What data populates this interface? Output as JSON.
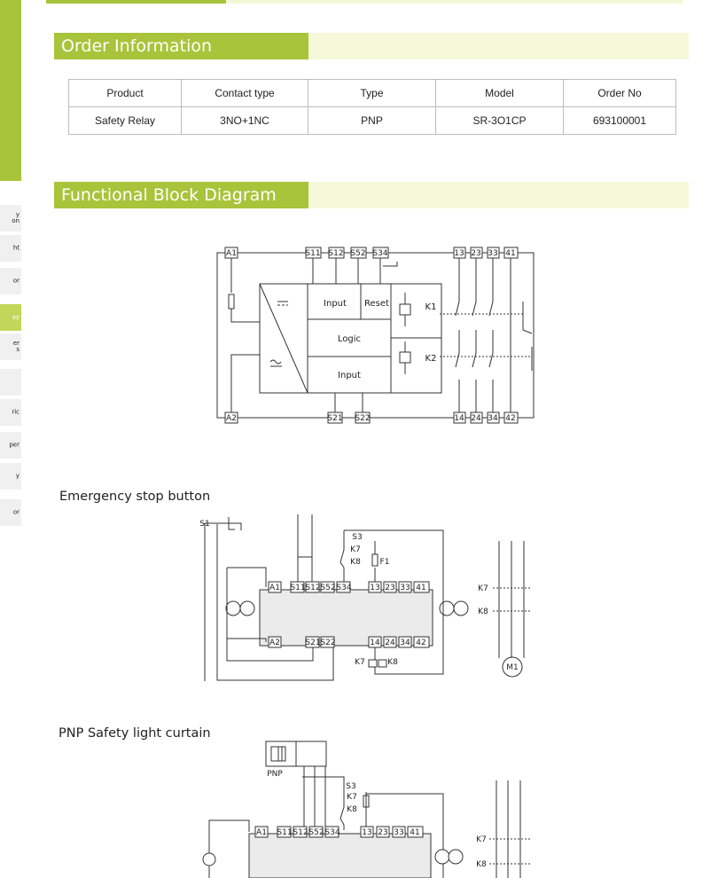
{
  "sidebar": {
    "items": [
      {
        "label": "y\non",
        "active": false
      },
      {
        "label": "ht",
        "active": false
      },
      {
        "label": "or",
        "active": false
      },
      {
        "label": "ay",
        "active": true
      },
      {
        "label": "er\ns",
        "active": false
      },
      {
        "label": "",
        "active": false
      },
      {
        "label": "ric",
        "active": false
      },
      {
        "label": "per",
        "active": false
      },
      {
        "label": "y",
        "active": false
      },
      {
        "label": "or",
        "active": false
      }
    ]
  },
  "sections": {
    "order_title": "Order Information",
    "diagram_title": "Functional Block Diagram"
  },
  "order_table": {
    "headers": [
      "Product",
      "Contact type",
      "Type",
      "Model",
      "Order No"
    ],
    "rows": [
      [
        "Safety Relay",
        "3NO+1NC",
        "PNP",
        "SR-3O1CP",
        "693100001"
      ]
    ]
  },
  "block_diagram": {
    "top_terminals": [
      "A1",
      "S11",
      "S12",
      "S52",
      "S34",
      "13",
      "23",
      "33",
      "41"
    ],
    "bottom_terminals": [
      "A2",
      "S21",
      "S22",
      "14",
      "24",
      "34",
      "42"
    ],
    "blocks": {
      "input_top": "Input",
      "reset": "Reset",
      "logic": "Logic",
      "input_bottom": "Input",
      "k1": "K1",
      "k2": "K2"
    }
  },
  "emergency": {
    "caption": "Emergency stop button",
    "s1": "S1",
    "s3": "S3",
    "k7": "K7",
    "k8": "K8",
    "f1": "F1",
    "m1": "M1",
    "top_terminals": [
      "A1",
      "S11",
      "S12",
      "S52",
      "S34",
      "13",
      "23",
      "33",
      "41"
    ],
    "bottom_terminals": [
      "A2",
      "S21",
      "S22",
      "14",
      "24",
      "34",
      "42"
    ]
  },
  "pnp": {
    "caption": "PNP Safety light curtain",
    "pnp_label": "PNP",
    "s3": "S3",
    "k7": "K7",
    "k8": "K8",
    "top_terminals": [
      "A1",
      "S11",
      "S12",
      "S52",
      "S34",
      "13",
      "23",
      "33",
      "41"
    ]
  }
}
